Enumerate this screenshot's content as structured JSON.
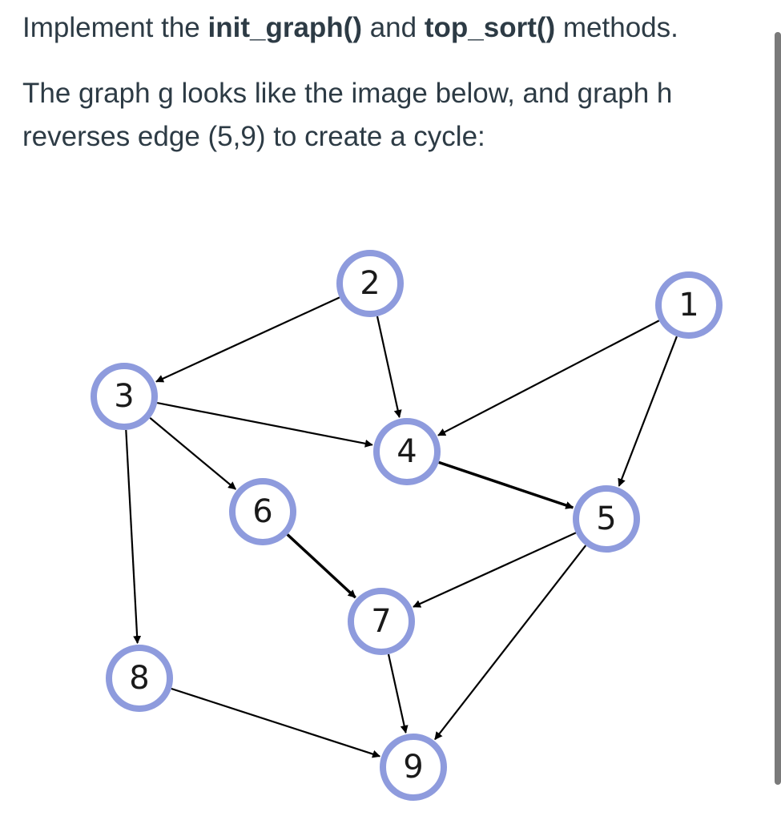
{
  "instructions": {
    "line1_pre": "Implement the ",
    "line1_bold1": "init_graph()",
    "line1_mid": " and ",
    "line1_bold2": "top_sort()",
    "line1_post": " methods.",
    "line2": "The graph g looks like the image below, and graph h reverses edge (5,9) to create a cycle:"
  },
  "graph": {
    "nodes": [
      {
        "id": "1",
        "label": "1"
      },
      {
        "id": "2",
        "label": "2"
      },
      {
        "id": "3",
        "label": "3"
      },
      {
        "id": "4",
        "label": "4"
      },
      {
        "id": "5",
        "label": "5"
      },
      {
        "id": "6",
        "label": "6"
      },
      {
        "id": "7",
        "label": "7"
      },
      {
        "id": "8",
        "label": "8"
      },
      {
        "id": "9",
        "label": "9"
      }
    ],
    "edges": [
      {
        "from": "2",
        "to": "3"
      },
      {
        "from": "2",
        "to": "4"
      },
      {
        "from": "1",
        "to": "4"
      },
      {
        "from": "1",
        "to": "5"
      },
      {
        "from": "3",
        "to": "4"
      },
      {
        "from": "3",
        "to": "6"
      },
      {
        "from": "3",
        "to": "8"
      },
      {
        "from": "4",
        "to": "5"
      },
      {
        "from": "6",
        "to": "7"
      },
      {
        "from": "5",
        "to": "7"
      },
      {
        "from": "5",
        "to": "9"
      },
      {
        "from": "7",
        "to": "9"
      },
      {
        "from": "8",
        "to": "9"
      }
    ],
    "colors": {
      "node_stroke": "#8e9bdd",
      "edge": "#000000"
    }
  }
}
